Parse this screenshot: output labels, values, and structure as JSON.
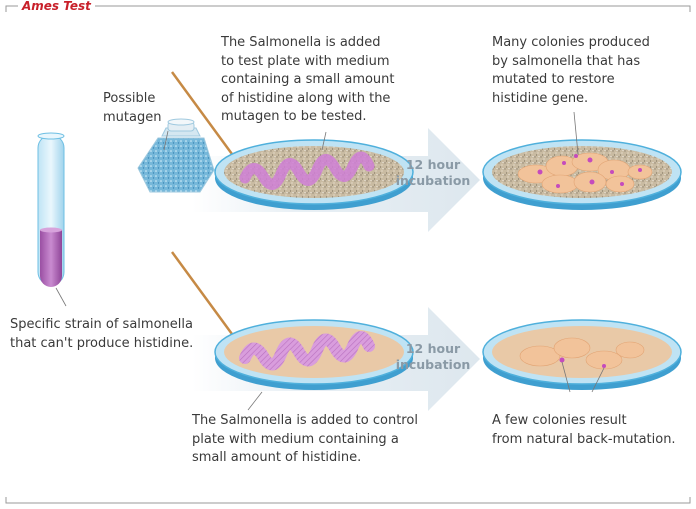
{
  "title": "Ames Test",
  "labels": {
    "possible_mutagen": "Possible\nmutagen",
    "salmonella_test_plate": "The Salmonella is added\nto test plate with medium\ncontaining a small amount\nof histidine along with the\nmutagen to be tested.",
    "many_colonies": "Many colonies produced\nby salmonella that has\nmutated to restore\nhistidine gene.",
    "specific_strain": "Specific strain of salmonella\nthat can't produce histidine.",
    "salmonella_control_plate": "The Salmonella is added to control\nplate with medium containing a\nsmall amount of histidine.",
    "few_colonies": "A few colonies result\nfrom natural back-mutation."
  },
  "arrows": {
    "top_incubation": "12 hour\nincubation",
    "bottom_incubation": "12 hour\nincubation"
  },
  "colors": {
    "title": "#c8202a",
    "frame": "#9a9a9a",
    "arrow": "#e6eef4",
    "dish_rim": "#4fb0dc",
    "agar": "#c8b79a",
    "colony": "#f2c39a",
    "salmonella": "#c97bd0",
    "tube_liquid": "#b56ab8"
  }
}
